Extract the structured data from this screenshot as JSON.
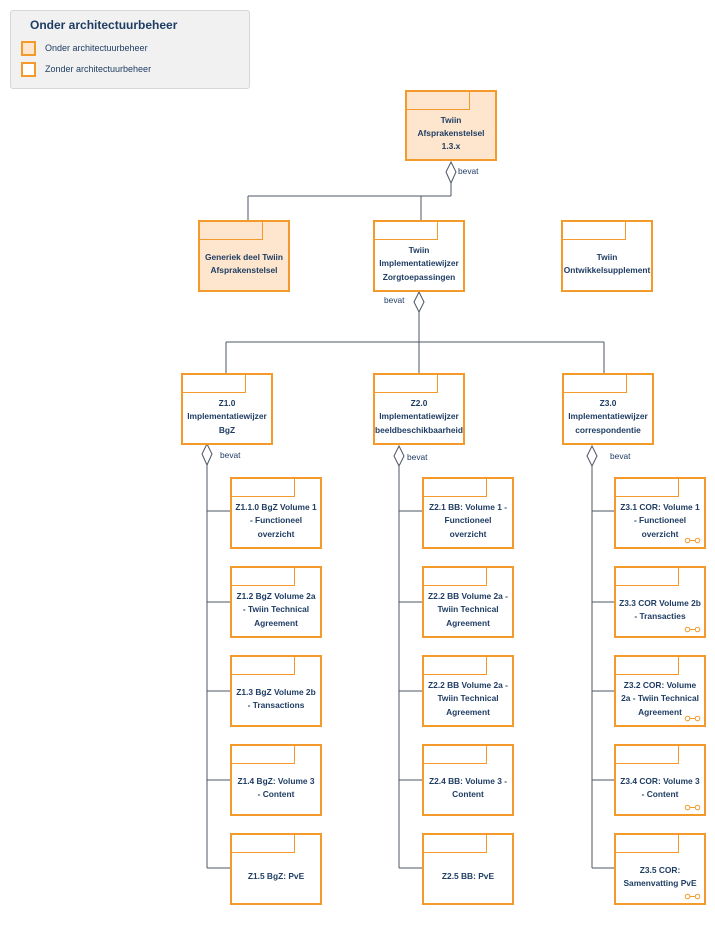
{
  "legend": {
    "title": "Onder architectuurbeheer",
    "items": [
      {
        "label": "Onder architectuurbeheer",
        "fill": "#fde6cd"
      },
      {
        "label": "Zonder architectuurbeheer",
        "fill": "#ffffff"
      }
    ]
  },
  "colors": {
    "border": "#f39a2b",
    "managed_fill": "#fde6cd",
    "line": "#4d5563",
    "text": "#1f3d63"
  },
  "nodes": {
    "root": "Twiin Afsprakenstelsel 1.3.x",
    "generiek": "Generiek deel Twiin Afsprakenstelsel",
    "zorgtoepassingen": "Twiin Implementatiewijzer Zorgtoepassingen",
    "ontwikkel": "Twiin Ontwikkelsupplement",
    "z1": "Z1.0 Implementatiewijzer BgZ",
    "z2": "Z2.0 Implementatiewijzer beeldbeschikbaarheid",
    "z3": "Z3.0 Implementatiewijzer correspondentie",
    "z1_children": [
      "Z1.1.0 BgZ Volume 1 - Functioneel overzicht",
      "Z1.2 BgZ Volume 2a - Twiin Technical Agreement",
      "Z1.3 BgZ Volume 2b - Transactions",
      "Z1.4 BgZ: Volume 3 - Content",
      "Z1.5 BgZ: PvE"
    ],
    "z2_children": [
      "Z2.1 BB: Volume 1 - Functioneel overzicht",
      "Z2.2 BB Volume 2a - Twiin Technical Agreement",
      "Z2.2 BB Volume 2a - Twiin Technical Agreement",
      "Z2.4 BB: Volume 3 - Content",
      "Z2.5 BB: PvE"
    ],
    "z3_children": [
      "Z3.1 COR: Volume 1 - Functioneel overzicht",
      "Z3.3 COR Volume 2b - Transacties",
      "Z3.2 COR: Volume 2a - Twiin Technical Agreement",
      "Z3.4 COR: Volume 3 - Content",
      "Z3.5 COR: Samenvatting PvE"
    ]
  },
  "relation_label": "bevat",
  "link_icon": "chain-link-icon"
}
